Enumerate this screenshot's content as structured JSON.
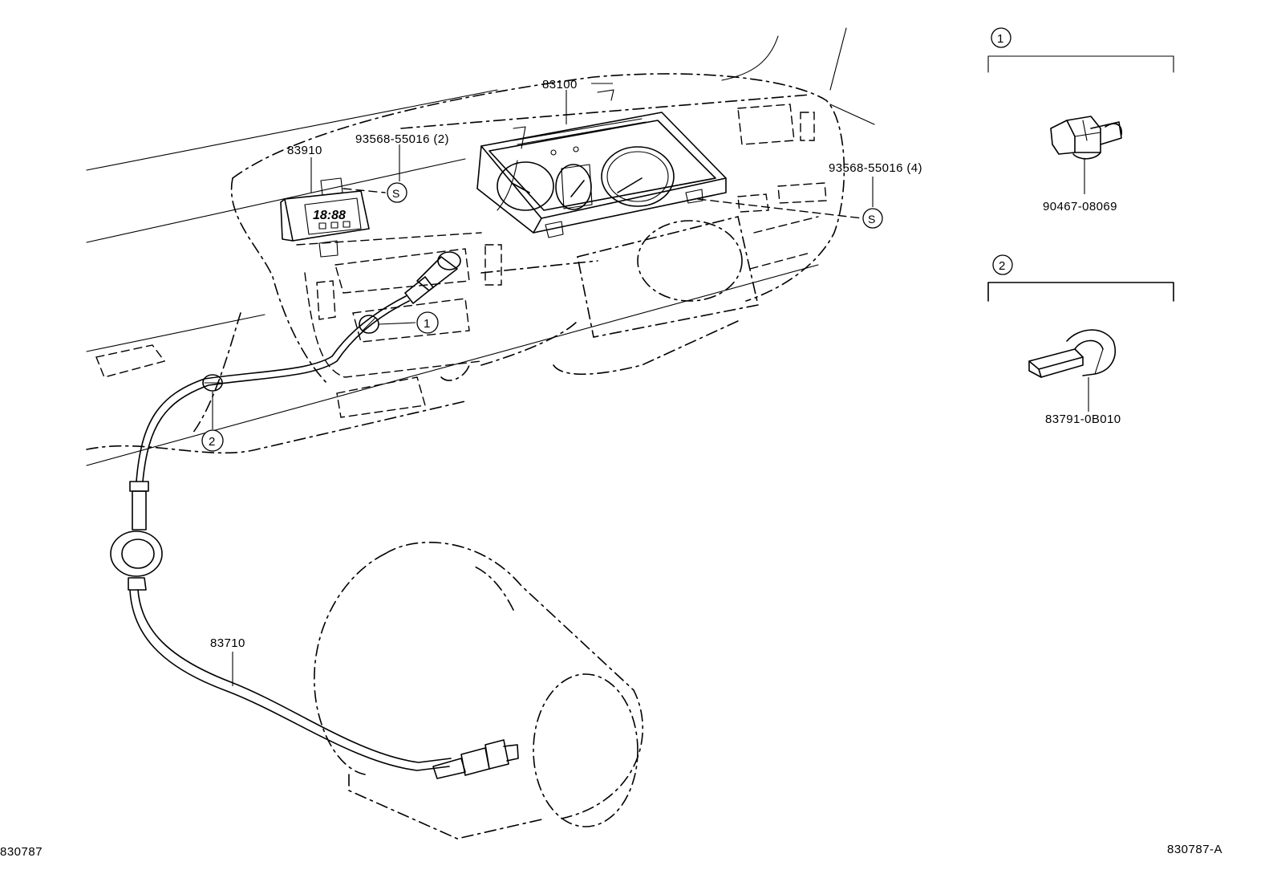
{
  "diagram": {
    "drawing_id_left": "830787",
    "drawing_id_right": "830787-A",
    "parts": {
      "meter_assy": "83100",
      "clock": "83910",
      "screw_2": "93568-55016 (2)",
      "screw_4": "93568-55016 (4)",
      "cable": "83710",
      "clip_1": "90467-08069",
      "clamp_2": "83791-0B010"
    },
    "callouts": {
      "one": "1",
      "two": "2",
      "screw_symbol": "S"
    },
    "clock_display": "18:88"
  }
}
